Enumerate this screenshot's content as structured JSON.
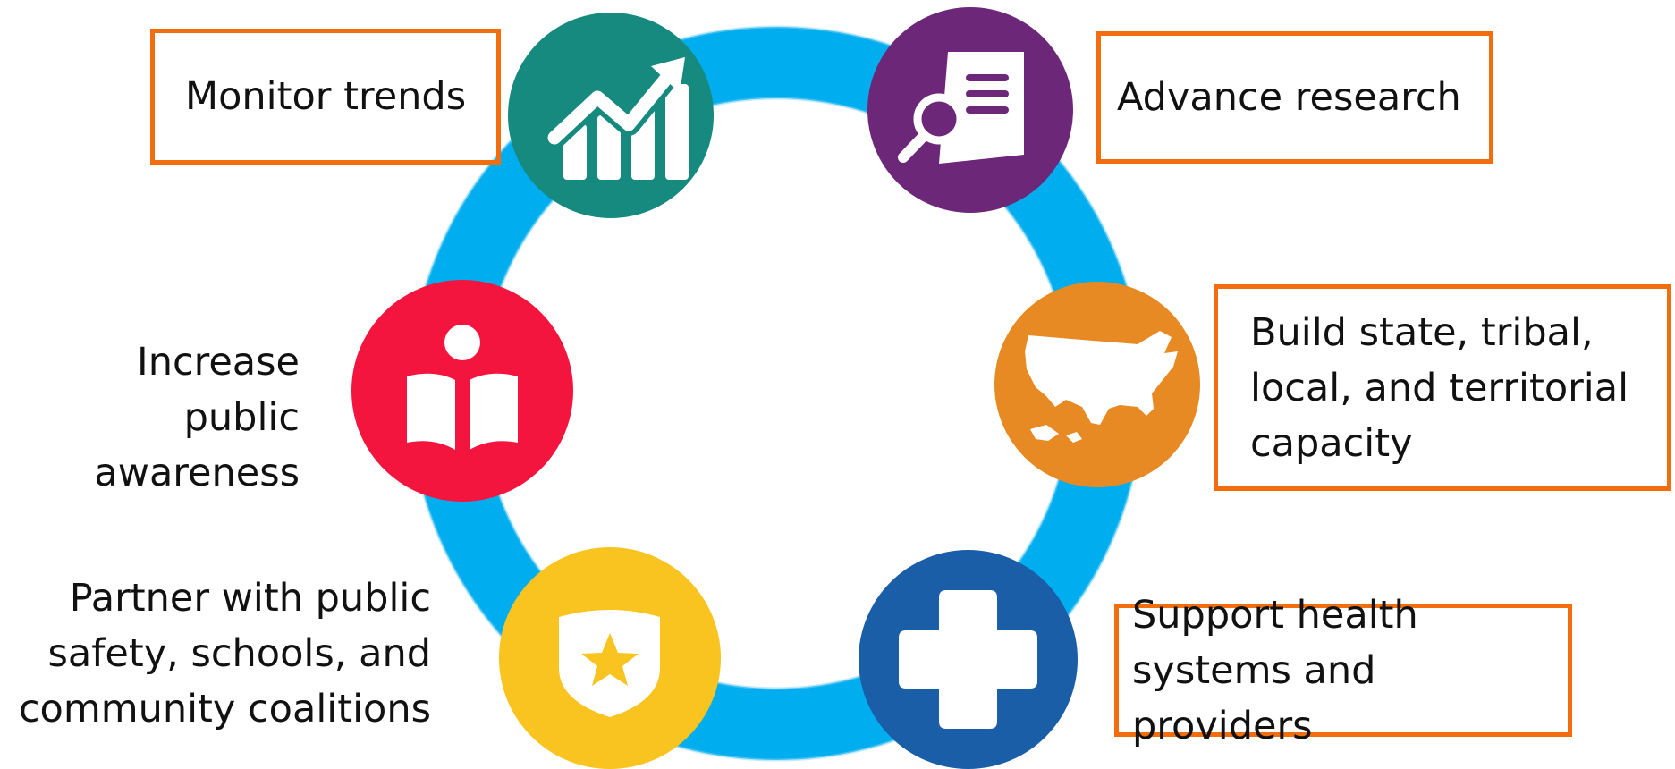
{
  "colors": {
    "ring": "#00aeef",
    "box_border": "#f26d0e",
    "monitor": "#168a7e",
    "research": "#6c2779",
    "capacity": "#e88a23",
    "health": "#1a5ea8",
    "partner": "#f9c320",
    "awareness": "#f4153f"
  },
  "nodes": [
    {
      "id": "monitor",
      "icon": "chart-trend-icon",
      "label": "Monitor trends"
    },
    {
      "id": "research",
      "icon": "document-search-icon",
      "label": "Advance research"
    },
    {
      "id": "capacity",
      "icon": "us-map-icon",
      "label": "Build state, tribal,\nlocal, and territorial\ncapacity"
    },
    {
      "id": "health",
      "icon": "medical-cross-icon",
      "label": "Support health\nsystems and providers"
    },
    {
      "id": "partner",
      "icon": "shield-star-icon",
      "label": "Partner with public\nsafety, schools, and\ncommunity coalitions"
    },
    {
      "id": "awareness",
      "icon": "reading-person-icon",
      "label": "Increase public\nawareness"
    }
  ]
}
